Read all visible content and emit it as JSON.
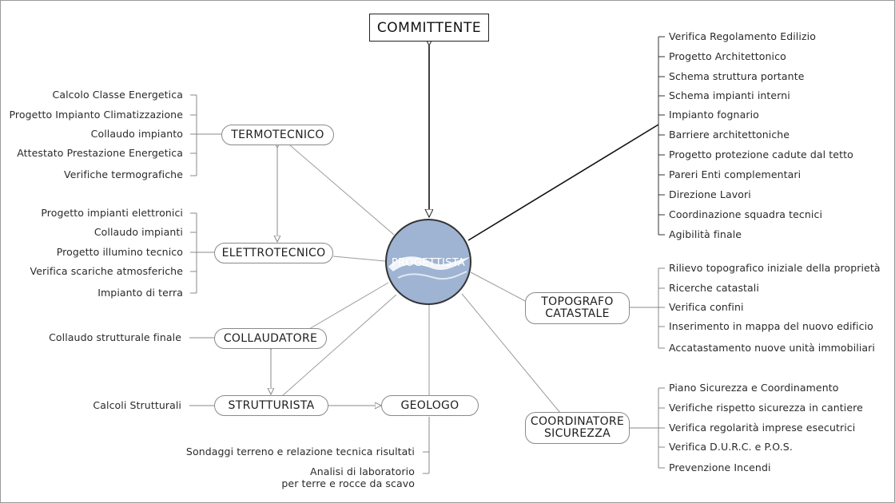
{
  "nodes": {
    "committente": "COMMITTENTE",
    "progettista": "PROGETTISTA",
    "termotecnico": "TERMOTECNICO",
    "elettrotecnico": "ELETTROTECNICO",
    "collaudatore": "COLLAUDATORE",
    "strutturista": "STRUTTURISTA",
    "geologo": "GEOLOGO",
    "topografo": "TOPOGRAFO\nCATASTALE",
    "coordinatore": "COORDINATORE\nSICUREZZA"
  },
  "tasks": {
    "progettista": [
      "Verifica Regolamento Edilizio",
      "Progetto Architettonico",
      "Schema struttura portante",
      "Schema impianti interni",
      "Impianto fognario",
      "Barriere architettoniche",
      "Progetto protezione cadute dal tetto",
      "Pareri Enti complementari",
      "Direzione Lavori",
      "Coordinazione squadra tecnici",
      "Agibilità finale"
    ],
    "termotecnico": [
      "Calcolo Classe Energetica",
      "Progetto Impianto Climatizzazione",
      "Collaudo impianto",
      "Attestato Prestazione Energetica",
      "Verifiche termografiche"
    ],
    "elettrotecnico": [
      "Progetto impianti elettronici",
      "Collaudo impianti",
      "Progetto illumino tecnico",
      "Verifica scariche atmosferiche",
      "Impianto di terra"
    ],
    "collaudatore": [
      "Collaudo strutturale finale"
    ],
    "strutturista": [
      "Calcoli Strutturali"
    ],
    "geologo": [
      "Sondaggi terreno e relazione tecnica risultati",
      "Analisi di laboratorio\nper terre e rocce da scavo"
    ],
    "topografo": [
      "Rilievo topografico iniziale della proprietà",
      "Ricerche catastali",
      "Verifica confini",
      "Inserimento in mappa del nuovo edificio",
      "Accatastamento nuove unità immobiliari"
    ],
    "coordinatore": [
      "Piano Sicurezza e Coordinamento",
      "Verifiche rispetto sicurezza in cantiere",
      "Verifica regolarità imprese esecutrici",
      "Verifica D.U.R.C.  e  P.O.S.",
      "Prevenzione Incendi"
    ]
  },
  "colors": {
    "hub_fill": "#9fb3d3",
    "connector": "#9a9a9a",
    "strong_connector": "#111111"
  }
}
